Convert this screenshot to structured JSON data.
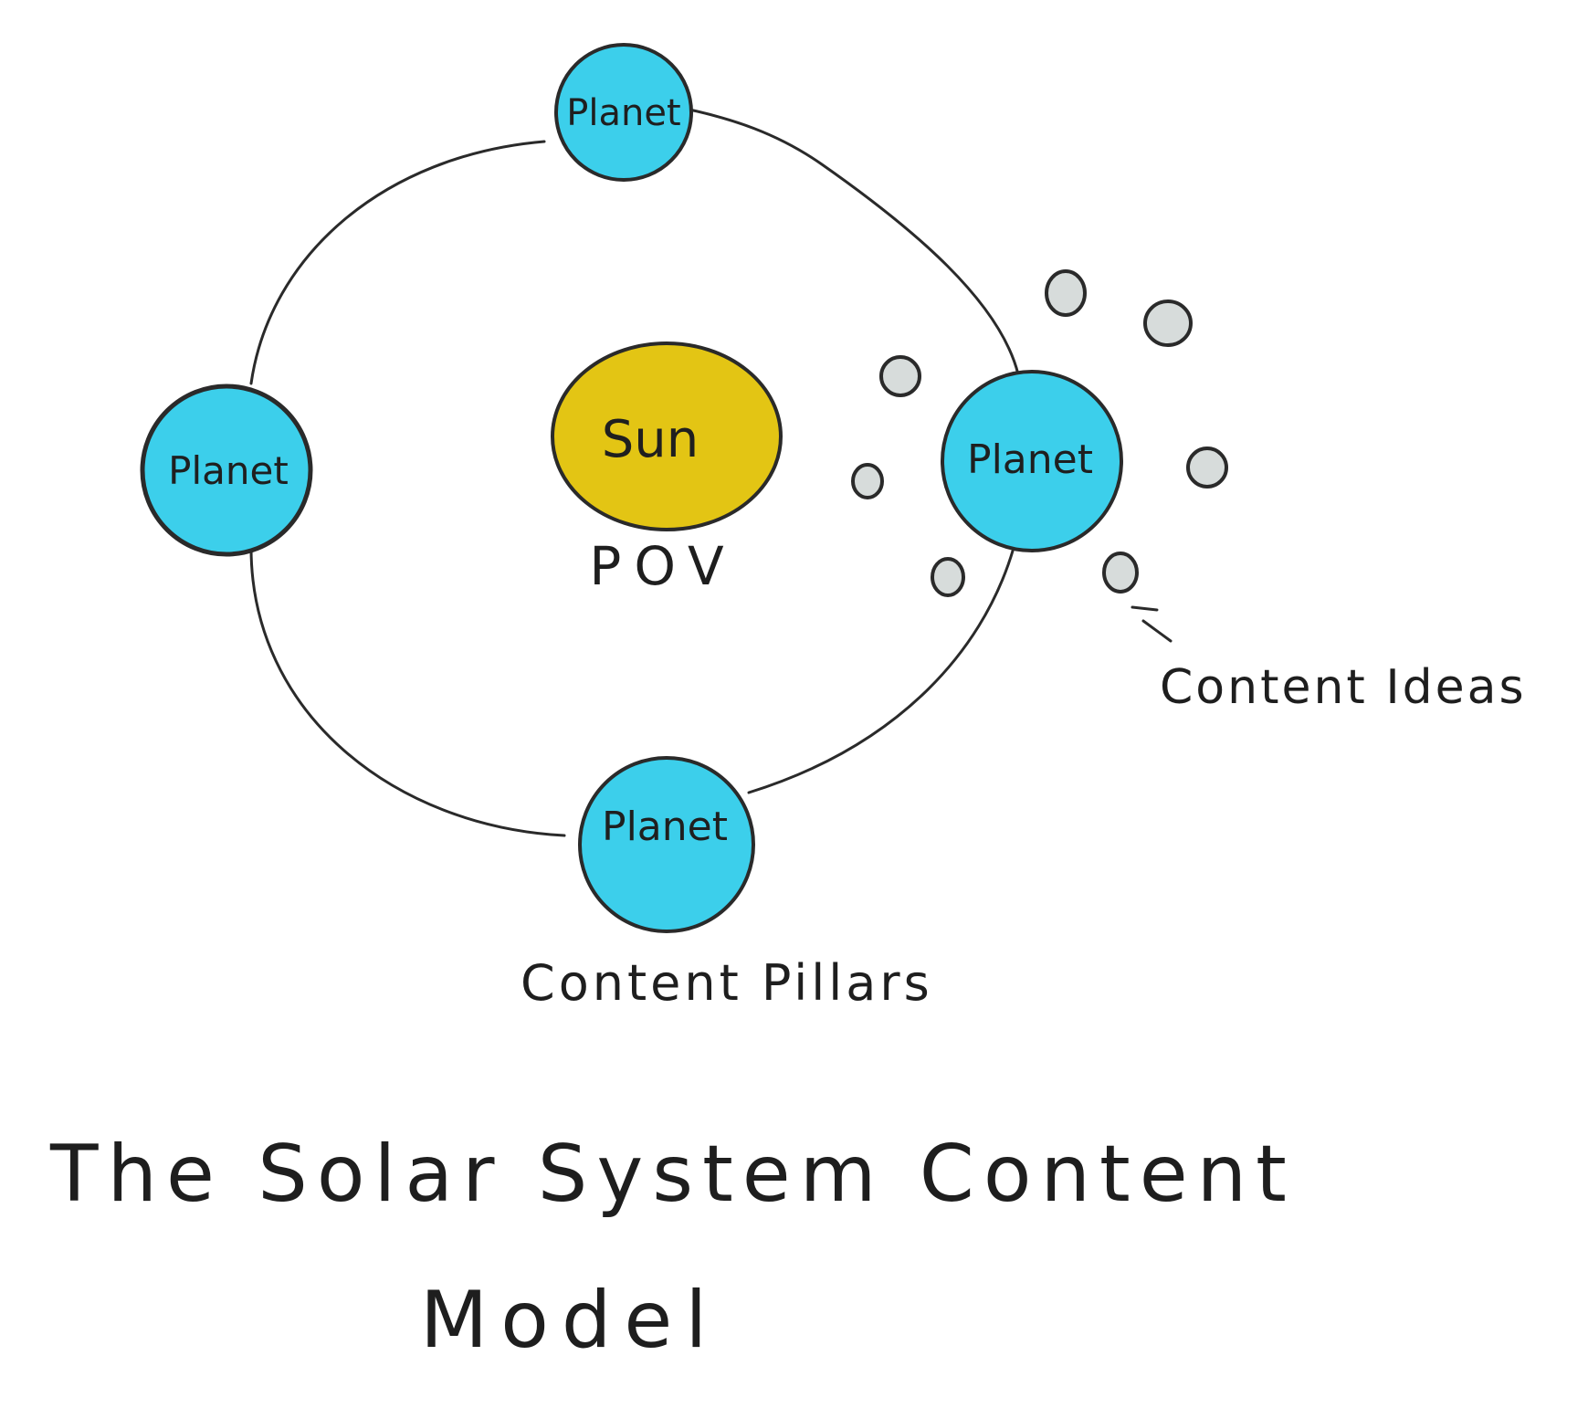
{
  "sun": {
    "label": "Sun",
    "sublabel": "POV",
    "color": "#E3C514"
  },
  "planets": [
    {
      "label": "Planet"
    },
    {
      "label": "Planet"
    },
    {
      "label": "Planet"
    },
    {
      "label": "Planet"
    }
  ],
  "planet_color": "#3CCFEB",
  "idea_color": "#D7DCDB",
  "content_ideas_label": "Content Ideas",
  "content_pillars_label": "Content Pillars",
  "title": {
    "line1": "The Solar System Content",
    "line2": "Model"
  }
}
